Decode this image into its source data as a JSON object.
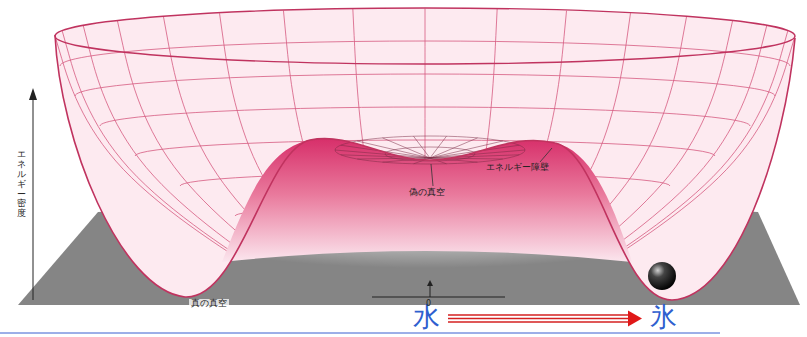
{
  "diagram": {
    "nodes": [
      {
        "text": [
          "水"
        ]
      },
      {
        "text": [
          "氷"
        ]
      }
    ],
    "edges": [
      {
        "from": 0,
        "to": 1,
        "arrow": "to"
      }
    ],
    "labels": [
      "エネルギー密度",
      "偽の真空",
      "エネルギー障壁",
      "真の真空",
      "0"
    ]
  }
}
